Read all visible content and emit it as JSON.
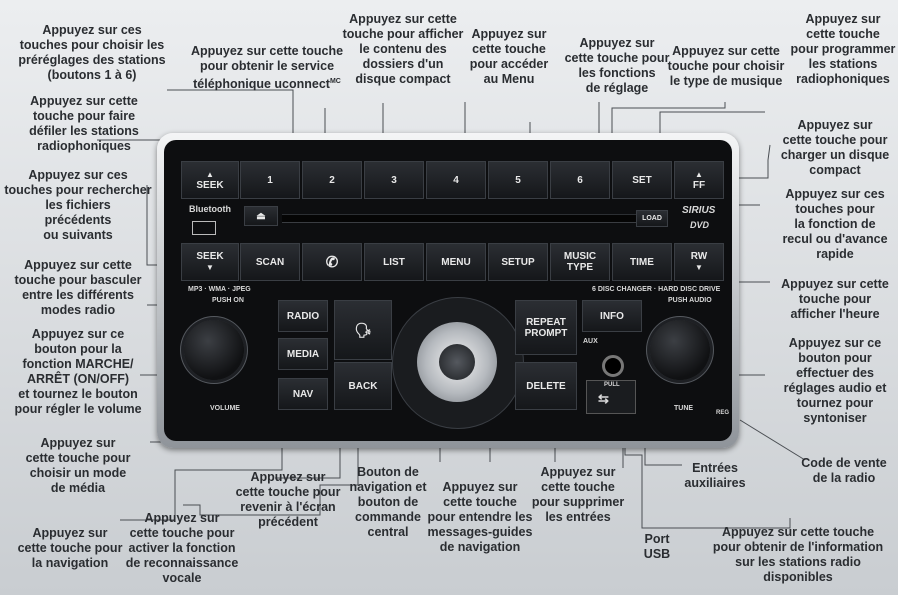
{
  "radio": {
    "buttons": {
      "seek_up": "SEEK",
      "p1": "1",
      "p2": "2",
      "p3": "3",
      "p4": "4",
      "p5": "5",
      "p6": "6",
      "set": "SET",
      "ff": "FF",
      "seek_down": "SEEK",
      "scan": "SCAN",
      "list": "LIST",
      "menu": "MENU",
      "setup": "SETUP",
      "music_type": "MUSIC\nTYPE",
      "time": "TIME",
      "rw": "RW",
      "radio": "RADIO",
      "media": "MEDIA",
      "nav": "NAV",
      "back": "BACK",
      "repeat_prompt": "REPEAT\nPROMPT",
      "info": "INFO",
      "delete": "DELETE",
      "load": "LOAD"
    },
    "text": {
      "bluetooth": "Bluetooth",
      "sirius": "SIRIUS",
      "dvd": "DVD",
      "formats": "MP3 · WMA · JPEG",
      "changer": "6 DISC CHANGER · HARD DISC DRIVE",
      "push_on": "PUSH ON",
      "push_audio": "PUSH AUDIO",
      "volume": "VOLUME",
      "tune": "TUNE",
      "aux": "AUX",
      "pull": "PULL",
      "reg": "REG"
    }
  },
  "callouts": {
    "presets": "Appuyez sur ces\ntouches pour choisir les\npréréglages des stations\n(boutons 1 à 6)",
    "uconnect": "Appuyez sur cette touche\npour obtenir le service\ntéléphonique uconnect",
    "uconnect_mark": "MC",
    "list": "Appuyez sur cette\ntouche pour afficher\nle contenu des\ndossiers d'un\ndisque compact",
    "menu": "Appuyez sur\ncette touche\npour accéder\nau Menu",
    "setup": "Appuyez sur\ncette touche pour\nles fonctions\nde réglage",
    "music_type": "Appuyez sur cette\ntouche pour choisir\nle type de musique",
    "set": "Appuyez sur\ncette touche\npour programmer\nles stations\nradiophoniques",
    "scan": "Appuyez sur cette\ntouche pour faire\ndéfiler les stations\nradiophoniques",
    "load": "Appuyez sur\ncette touche pour\ncharger un disque\ncompact",
    "seek": "Appuyez sur ces\ntouches pour rechercher\nles fichiers\nprécédents\nou suivants",
    "ff_rw": "Appuyez sur ces\ntouches pour\nla fonction de\nrecul ou d'avance\nrapide",
    "radio_mode": "Appuyez sur cette\ntouche pour basculer\nentre les différents\nmodes radio",
    "time": "Appuyez sur cette\ntouche pour\nafficher l'heure",
    "volume": "Appuyez sur ce\nbouton pour la\nfonction MARCHE/\nARRÊT (ON/OFF)\net tournez le bouton\npour régler le volume",
    "tune": "Appuyez sur ce\nbouton pour\neffectuer des\nréglages audio et\ntournez pour\nsyntoniser",
    "media": "Appuyez sur\ncette touche pour\nchoisir un mode\nde média",
    "sales_code": "Code de vente\nde la radio",
    "aux_inputs": "Entrées\nauxiliaires",
    "back": "Appuyez sur\ncette touche pour\nrevenir à l'écran\nprécédent",
    "nav_knob": "Bouton de\nnavigation et\nbouton de\ncommande\ncentral",
    "repeat": "Appuyez sur\ncette touche\npour entendre les\nmessages-guides\nde navigation",
    "delete": "Appuyez sur\ncette touche\npour supprimer\nles entrées",
    "usb": "Port\nUSB",
    "nav": "Appuyez sur\ncette touche pour\nla navigation",
    "voice": "Appuyez sur\ncette touche pour\nactiver la fonction\nde reconnaissance\nvocale",
    "info": "Appuyez sur cette touche\npour obtenir de l'information\nsur les stations radio\ndisponibles"
  }
}
